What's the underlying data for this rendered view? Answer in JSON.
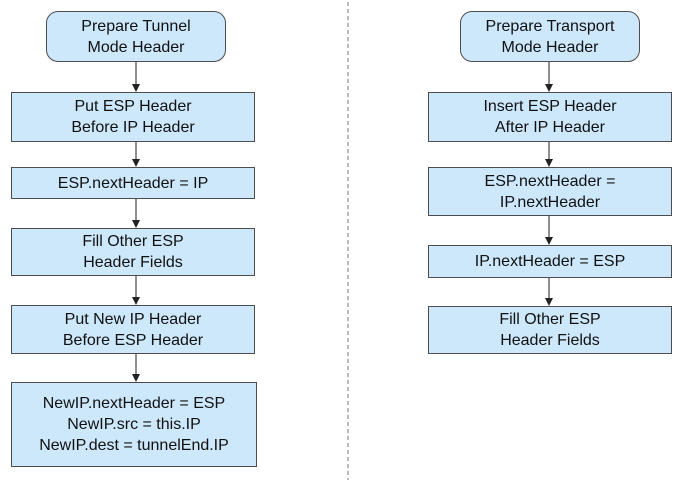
{
  "colors": {
    "box_fill": "#cde8fb",
    "box_border": "#4d4d4d",
    "arrow": "#222222",
    "divider": "#777777"
  },
  "tunnel_flow": {
    "steps": [
      {
        "lines": [
          "Prepare Tunnel",
          "Mode Header"
        ]
      },
      {
        "lines": [
          "Put ESP Header",
          "Before IP Header"
        ]
      },
      {
        "lines": [
          "ESP.nextHeader = IP"
        ]
      },
      {
        "lines": [
          "Fill Other ESP",
          "Header Fields"
        ]
      },
      {
        "lines": [
          "Put New IP Header",
          "Before ESP Header"
        ]
      },
      {
        "lines": [
          "NewIP.nextHeader = ESP",
          "NewIP.src = this.IP",
          "NewIP.dest = tunnelEnd.IP"
        ]
      }
    ]
  },
  "transport_flow": {
    "steps": [
      {
        "lines": [
          "Prepare Transport",
          "Mode Header"
        ]
      },
      {
        "lines": [
          "Insert ESP Header",
          "After IP Header"
        ]
      },
      {
        "lines": [
          "ESP.nextHeader =",
          "IP.nextHeader"
        ]
      },
      {
        "lines": [
          "IP.nextHeader = ESP"
        ]
      },
      {
        "lines": [
          "Fill Other ESP",
          "Header Fields"
        ]
      }
    ]
  }
}
